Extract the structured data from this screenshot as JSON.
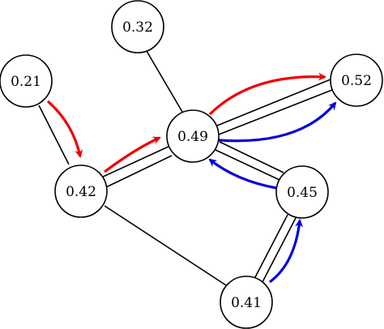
{
  "colors": {
    "red_path": "#ee0000",
    "blue_path": "#0000dd",
    "edge": "#000000"
  },
  "nodes": {
    "n032": {
      "label": "0.32"
    },
    "n021": {
      "label": "0.21"
    },
    "n049": {
      "label": "0.49"
    },
    "n052": {
      "label": "0.52"
    },
    "n042": {
      "label": "0.42"
    },
    "n045": {
      "label": "0.45"
    },
    "n041": {
      "label": "0.41"
    }
  },
  "edges": [
    {
      "from": "0.32",
      "to": "0.49"
    },
    {
      "from": "0.21",
      "to": "0.42"
    },
    {
      "from": "0.42",
      "to": "0.49"
    },
    {
      "from": "0.49",
      "to": "0.52"
    },
    {
      "from": "0.49",
      "to": "0.45"
    },
    {
      "from": "0.42",
      "to": "0.41"
    },
    {
      "from": "0.41",
      "to": "0.45"
    }
  ],
  "red_path": [
    "0.21",
    "0.42",
    "0.49",
    "0.52"
  ],
  "blue_path": [
    "0.41",
    "0.45",
    "0.49",
    "0.52"
  ]
}
